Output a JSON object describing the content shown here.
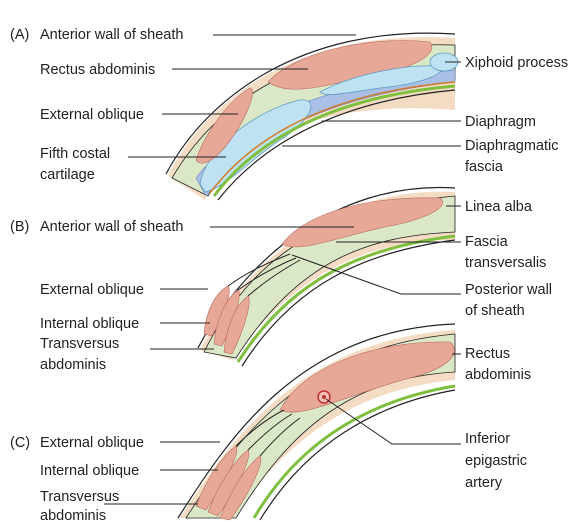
{
  "panelA": {
    "letter": "(A)",
    "anterior_wall": "Anterior wall of sheath",
    "rectus": "Rectus abdominis",
    "external_oblique": "External oblique",
    "fifth_costal_1": "Fifth costal",
    "fifth_costal_2": "cartilage",
    "xiphoid": "Xiphoid process",
    "diaphragm": "Diaphragm",
    "diaph_fascia_1": "Diaphragmatic",
    "diaph_fascia_2": "fascia"
  },
  "panelB": {
    "letter": "(B)",
    "anterior_wall": "Anterior wall of sheath",
    "external_oblique": "External oblique",
    "internal_oblique": "Internal oblique",
    "transversus_1": "Transversus",
    "transversus_2": "abdominis",
    "linea_alba": "Linea alba",
    "fascia_trans_1": "Fascia",
    "fascia_trans_2": "transversalis",
    "posterior_wall_1": "Posterior wall",
    "posterior_wall_2": "of sheath"
  },
  "panelC": {
    "letter": "(C)",
    "external_oblique": "External oblique",
    "internal_oblique": "Internal oblique",
    "transversus_1": "Transversus",
    "transversus_2": "abdominis",
    "rectus_1": "Rectus",
    "rectus_2": "abdominis",
    "artery_1": "Inferior",
    "artery_2": "epigastric",
    "artery_3": "artery"
  }
}
